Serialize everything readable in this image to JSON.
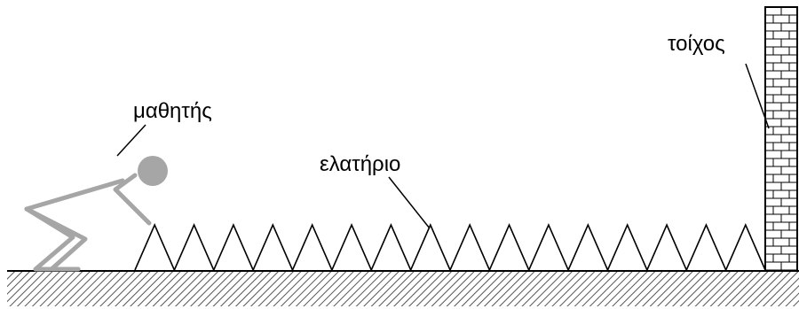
{
  "labels": {
    "student": "μαθητής",
    "spring": "ελατήριο",
    "wall": "τοίχος"
  },
  "colors": {
    "line": "#000000",
    "student": "#a6a6a6",
    "hatch": "#555555",
    "background": "#ffffff"
  },
  "spring": {
    "peaks": 16
  }
}
